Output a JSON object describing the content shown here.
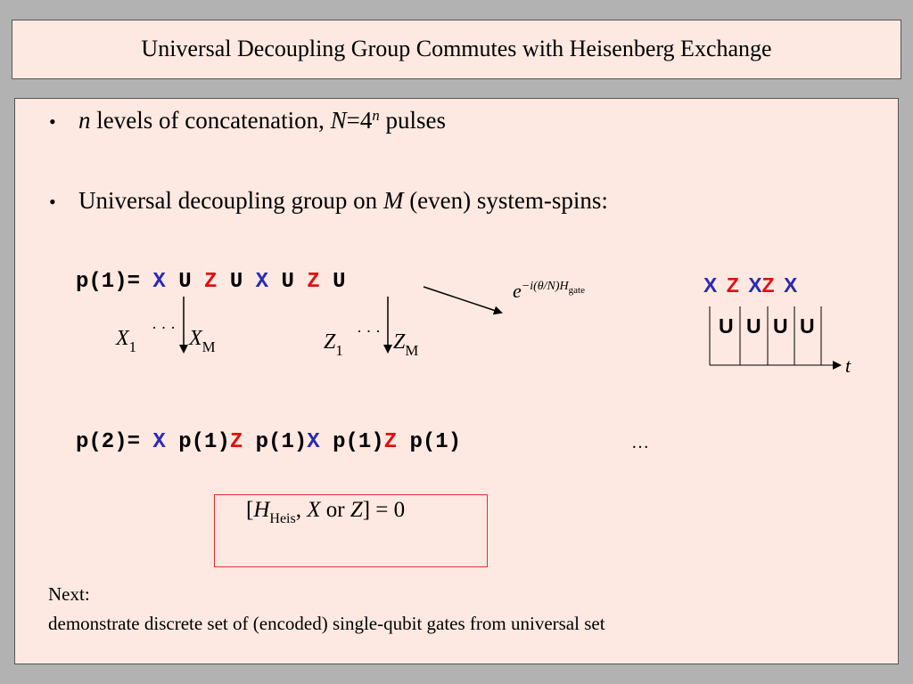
{
  "title": "Universal Decoupling Group Commutes with Heisenberg Exchange",
  "bullet1": {
    "var_n": "n",
    "text1": " levels of concatenation, ",
    "var_N": "N",
    "text2": "=4",
    "sup": "n",
    "text3": " pulses"
  },
  "bullet2": {
    "text1": "Universal decoupling group on ",
    "var_M": "M",
    "text2": " (even) system-spins:"
  },
  "p1": {
    "label": "p(1)=",
    "tokens": [
      "X",
      "U",
      "Z",
      "U",
      "X",
      "U",
      "Z",
      "U"
    ]
  },
  "annot": {
    "x1": "X",
    "x1_sub": "1",
    "dots": "· · ·",
    "xm": "X",
    "xm_sub": "M",
    "z1": "Z",
    "z1_sub": "1",
    "zm": "Z",
    "zm_sub": "M"
  },
  "exponential": {
    "base": "e",
    "exponent": "−i(θ/N)H",
    "sub": "gate"
  },
  "timeline": {
    "top": [
      "X",
      "Z",
      "X",
      "Z",
      "X"
    ],
    "bottom": [
      "U",
      "U",
      "U",
      "U"
    ],
    "axis_label": "t"
  },
  "p2": {
    "label": "p(2)=",
    "x": "X",
    "p1": "p(1)",
    "z": "Z",
    "ellipsis": "…"
  },
  "commutator": {
    "open": "[",
    "h": "H",
    "h_sub": "Heis",
    "comma": ", ",
    "x": "X",
    "or": " or ",
    "z": "Z",
    "close": "] = 0"
  },
  "next_label": "Next:",
  "next_text": "demonstrate discrete set of (encoded) single-qubit gates from universal set",
  "colors": {
    "blue": "#2a2ab5",
    "red": "#e01010",
    "panel": "#fde9e1",
    "background": "#b2b2b2"
  }
}
